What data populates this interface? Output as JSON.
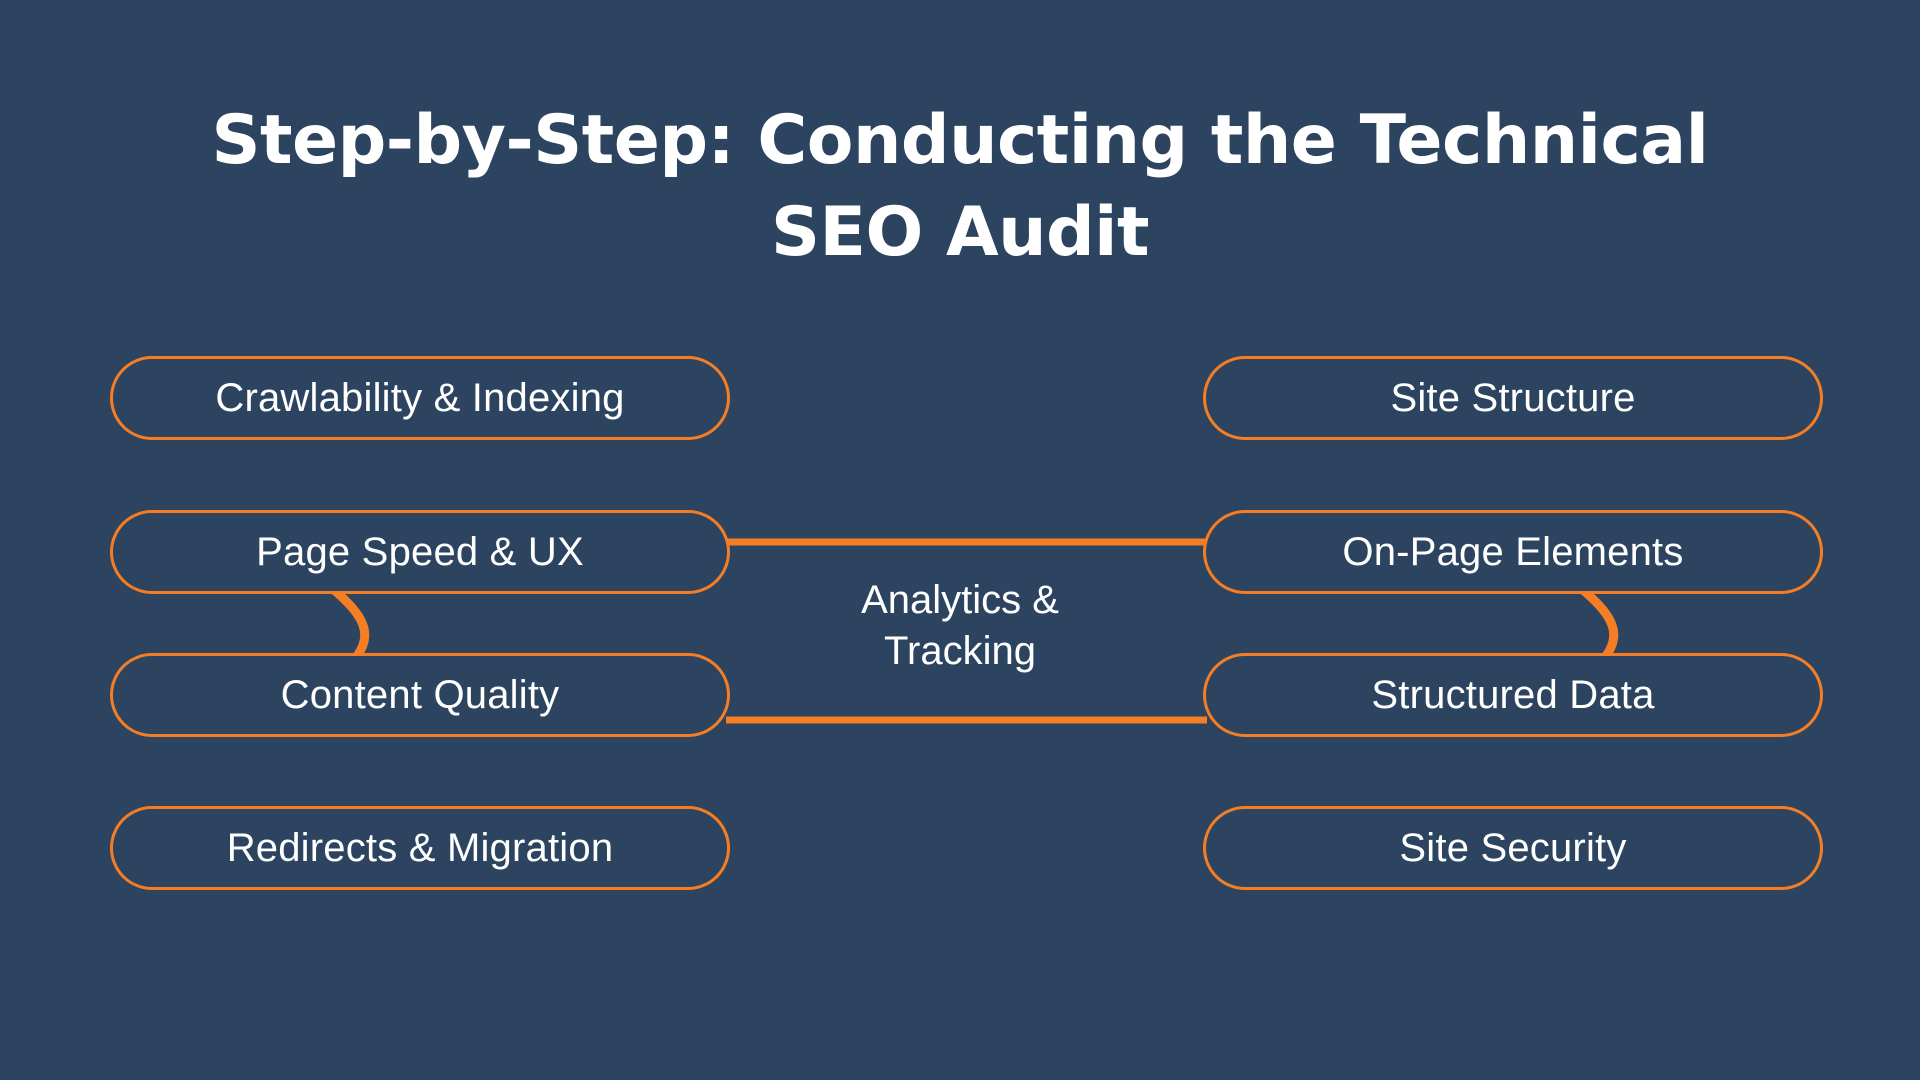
{
  "slide": {
    "title": "Step-by-Step: Conducting the Technical SEO Audit",
    "background_color": "#2C4460",
    "accent_color": "#F57E25",
    "text_color": "#FFFFFF"
  },
  "center_label": {
    "line1": "Analytics &",
    "line2": "Tracking",
    "full_text": "Analytics & Tracking"
  },
  "nodes": {
    "left": [
      {
        "label": "Crawlability & Indexing"
      },
      {
        "label": "Page Speed & UX"
      },
      {
        "label": "Content Quality"
      },
      {
        "label": "Redirects & Migration"
      }
    ],
    "right": [
      {
        "label": "Site Structure"
      },
      {
        "label": "On-Page Elements"
      },
      {
        "label": "Structured Data"
      },
      {
        "label": "Site Security"
      }
    ]
  },
  "connectors": [
    {
      "name": "page-speed-to-on-page-elements",
      "kind": "horizontal"
    },
    {
      "name": "content-quality-to-structured-data",
      "kind": "horizontal"
    },
    {
      "name": "page-speed-to-content-quality",
      "kind": "arc"
    },
    {
      "name": "on-page-elements-to-structured-data",
      "kind": "arc"
    }
  ]
}
